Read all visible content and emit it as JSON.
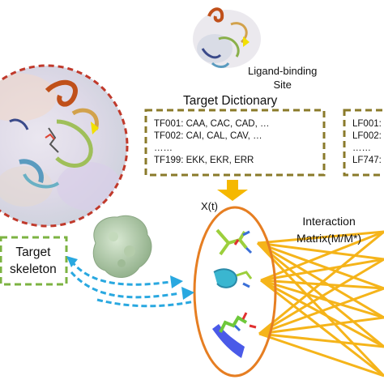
{
  "ligand_site": {
    "line1": "Ligand-binding",
    "line2": "Site"
  },
  "target_dictionary": {
    "title": "Target Dictionary",
    "rows": [
      "TF001: CAA, CAC, CAD, …",
      "TF002: CAI, CAL, CAV, …",
      "……",
      "TF199: EKK, EKR, ERR"
    ]
  },
  "ligand_dictionary_partial": {
    "rows": [
      "LF001:",
      "LF002:",
      "……",
      "LF747:"
    ]
  },
  "x_label": "X(t)",
  "interaction": {
    "line1": "Interaction",
    "line2": "Matrix(M/M*)"
  },
  "target_skeleton": {
    "line1": "Target",
    "line2": "skeleton"
  },
  "colors": {
    "red_dashed_circle": "#c0392b",
    "olive_dashed_box": "#8a7a2a",
    "green_dashed_box": "#7cb342",
    "orange_ellipse": "#e67e22",
    "interaction_lines": "#f5b41a",
    "down_arrow": "#f5b800",
    "blue_dashed_arrows": "#29a8e0",
    "protein_surface": "#a9c4a0"
  }
}
